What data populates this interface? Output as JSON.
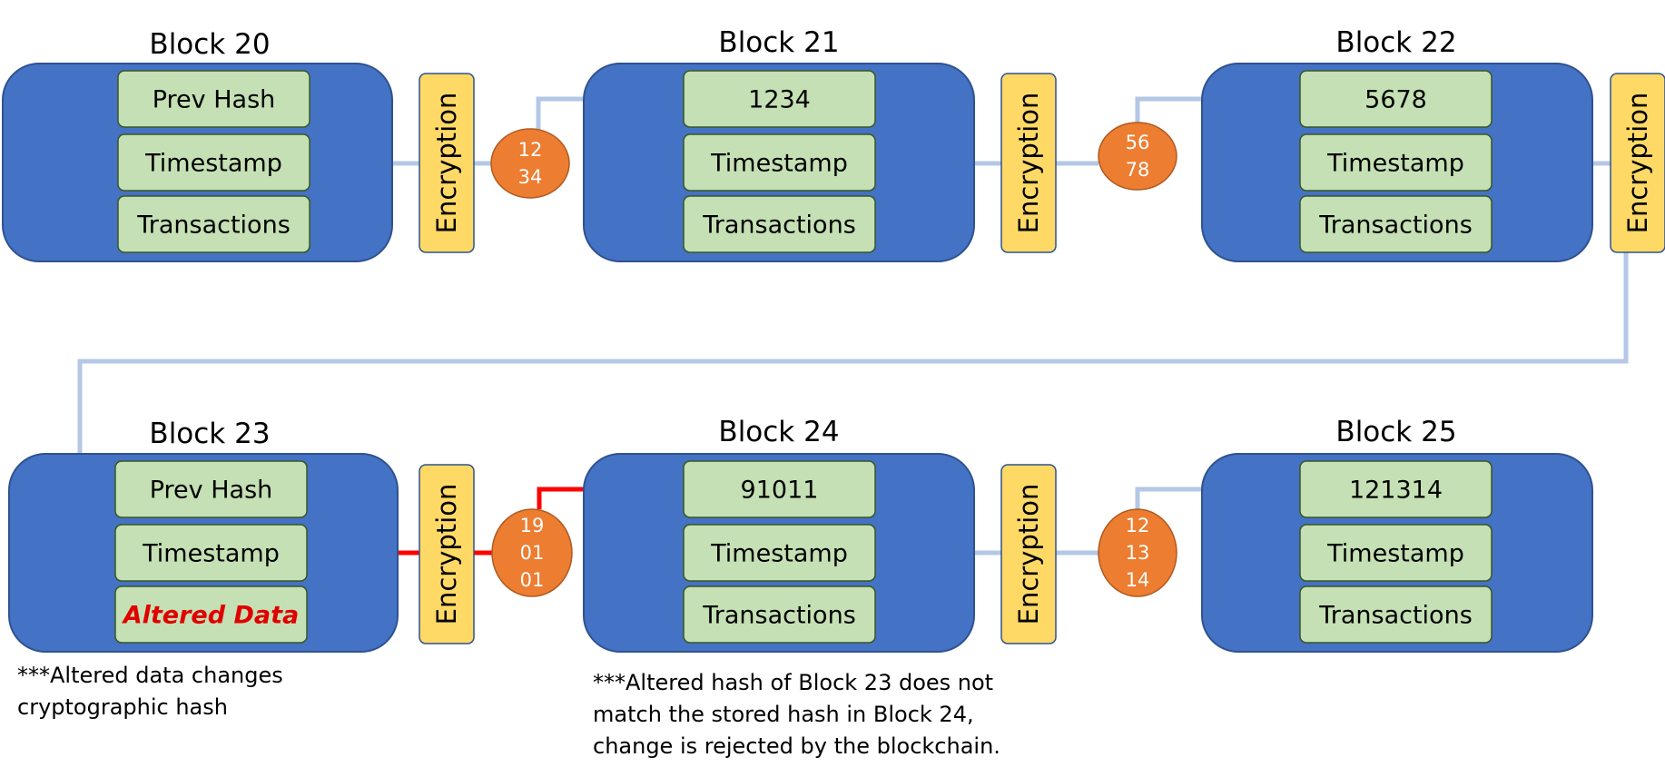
{
  "colors": {
    "block_fill": "#4472c4",
    "block_border": "#2f528f",
    "field_fill": "#c5e0b4",
    "field_border": "#385723",
    "encryption_fill": "#ffd966",
    "hash_fill": "#ed7d31",
    "link_line": "#b4c7e7",
    "broken_link": "#ff0000",
    "altered_text": "#e00000"
  },
  "blocks": [
    {
      "title": "Block 20",
      "fields": [
        "Prev Hash",
        "Timestamp",
        "Transactions"
      ]
    },
    {
      "title": "Block 21",
      "fields": [
        "1234",
        "Timestamp",
        "Transactions"
      ]
    },
    {
      "title": "Block 22",
      "fields": [
        "5678",
        "Timestamp",
        "Transactions"
      ]
    },
    {
      "title": "Block 23",
      "fields": [
        "Prev Hash",
        "Timestamp",
        "Altered Data"
      ],
      "altered_field": 2
    },
    {
      "title": "Block 24",
      "fields": [
        "91011",
        "Timestamp",
        "Transactions"
      ]
    },
    {
      "title": "Block 25",
      "fields": [
        "121314",
        "Timestamp",
        "Transactions"
      ]
    }
  ],
  "encryption_label": "Encryption",
  "hashes": [
    {
      "lines": [
        "12",
        "34"
      ]
    },
    {
      "lines": [
        "56",
        "78"
      ]
    },
    {
      "lines": [
        "19",
        "01",
        "01"
      ],
      "broken": true
    },
    {
      "lines": [
        "12",
        "13",
        "14"
      ]
    }
  ],
  "notes": {
    "altered_data": [
      "***Altered data changes",
      "cryptographic hash"
    ],
    "rejected": [
      "***Altered hash of Block 23 does not",
      "match the stored hash in Block 24,",
      "change is rejected by the blockchain."
    ]
  }
}
